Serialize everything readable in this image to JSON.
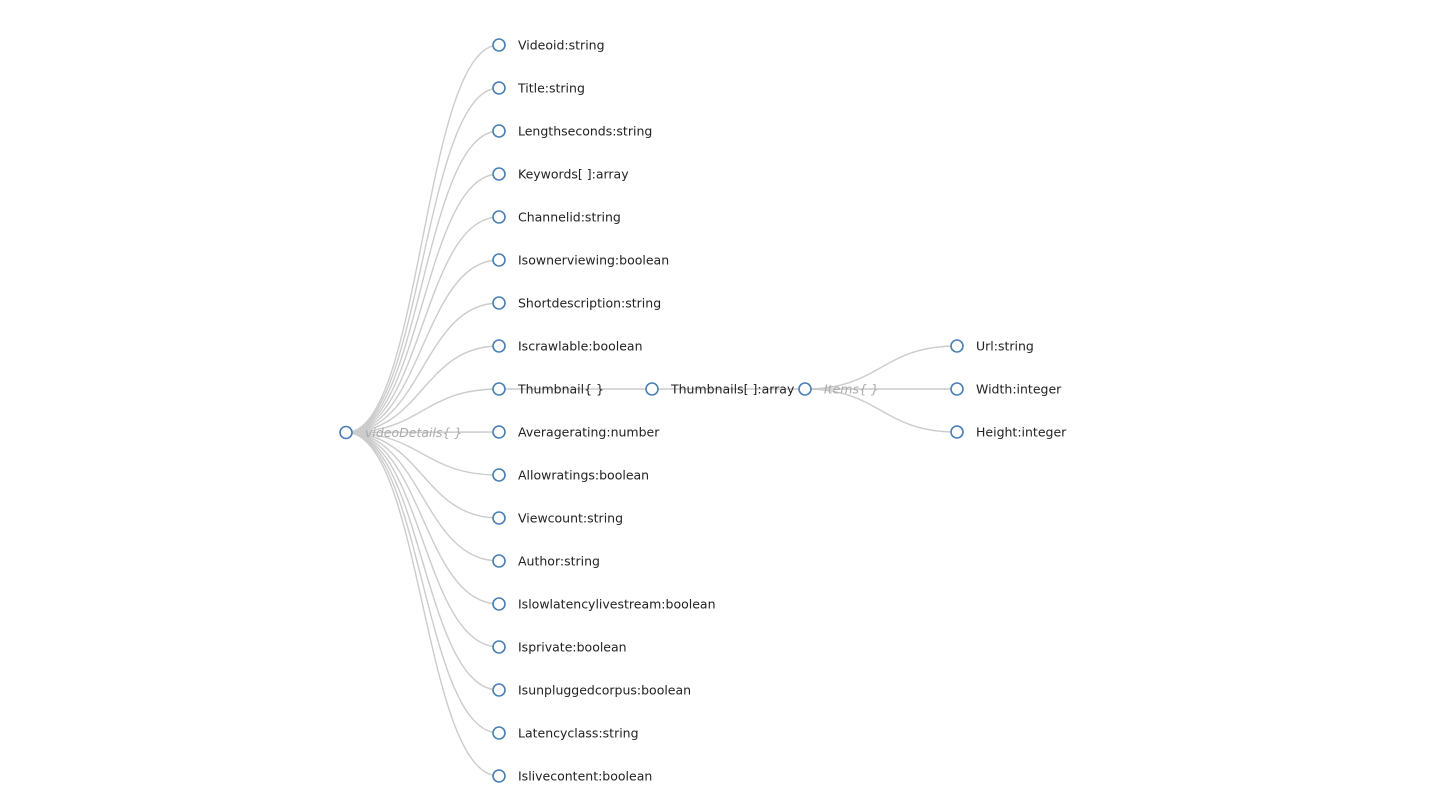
{
  "tree": {
    "root": {
      "id": "root",
      "label": "videoDetails{ }",
      "muted": true
    },
    "children": [
      {
        "id": "videoid",
        "label": "Videoid:string"
      },
      {
        "id": "title",
        "label": "Title:string"
      },
      {
        "id": "lengthseconds",
        "label": "Lengthseconds:string"
      },
      {
        "id": "keywords",
        "label": "Keywords[ ]:array"
      },
      {
        "id": "channelid",
        "label": "Channelid:string"
      },
      {
        "id": "isownerviewing",
        "label": "Isownerviewing:boolean"
      },
      {
        "id": "shortdescription",
        "label": "Shortdescription:string"
      },
      {
        "id": "iscrawlable",
        "label": "Iscrawlable:boolean"
      },
      {
        "id": "thumbnail",
        "label": "Thumbnail{ }",
        "children": [
          {
            "id": "thumbnails",
            "label": "Thumbnails[ ]:array",
            "children": [
              {
                "id": "items",
                "label": "Items{ }",
                "muted": true,
                "children": [
                  {
                    "id": "url",
                    "label": "Url:string"
                  },
                  {
                    "id": "width",
                    "label": "Width:integer"
                  },
                  {
                    "id": "height",
                    "label": "Height:integer"
                  }
                ]
              }
            ]
          }
        ]
      },
      {
        "id": "averagerating",
        "label": "Averagerating:number"
      },
      {
        "id": "allowratings",
        "label": "Allowratings:boolean"
      },
      {
        "id": "viewcount",
        "label": "Viewcount:string"
      },
      {
        "id": "author",
        "label": "Author:string"
      },
      {
        "id": "islowlatencylivestream",
        "label": "Islowlatencylivestream:boolean"
      },
      {
        "id": "isprivate",
        "label": "Isprivate:boolean"
      },
      {
        "id": "isunpluggedcorpus",
        "label": "Isunpluggedcorpus:boolean"
      },
      {
        "id": "latencyclass",
        "label": "Latencyclass:string"
      },
      {
        "id": "islivecontent",
        "label": "Islivecontent:boolean"
      }
    ]
  },
  "colors": {
    "node_stroke": "#4a7fb5",
    "link_stroke": "#cccccc",
    "label_text": "#222222",
    "muted_text": "#aaaaaa"
  }
}
